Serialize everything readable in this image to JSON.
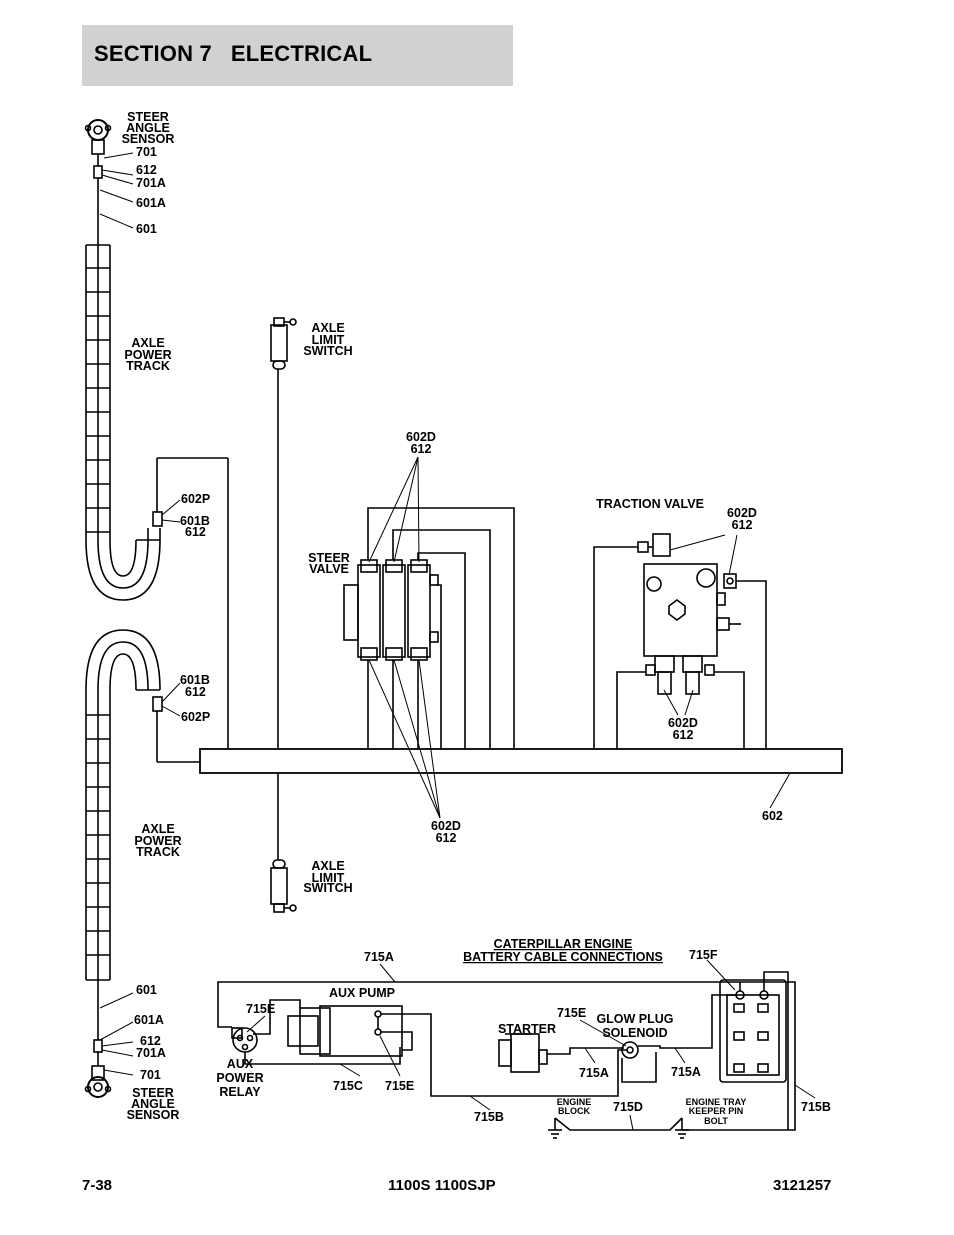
{
  "header": {
    "section": "SECTION 7",
    "title": "ELECTRICAL"
  },
  "footer": {
    "page_number": "7-38",
    "models": "1100S 1100SJP",
    "doc_number": "3121257"
  },
  "labels": {
    "steer_angle_sensor_top": [
      "STEER",
      "ANGLE",
      "SENSOR"
    ],
    "steer_angle_sensor_bottom": [
      "STEER",
      "ANGLE",
      "SENSOR"
    ],
    "axle_power_track_top": [
      "AXLE",
      "POWER",
      "TRACK"
    ],
    "axle_power_track_bottom": [
      "AXLE",
      "POWER",
      "TRACK"
    ],
    "axle_limit_switch_top": [
      "AXLE",
      "LIMIT",
      "SWITCH"
    ],
    "axle_limit_switch_bottom": [
      "AXLE",
      "LIMIT",
      "SWITCH"
    ],
    "steer_valve": [
      "STEER",
      "VALVE"
    ],
    "traction_valve": "TRACTION VALVE",
    "caterpillar_title": [
      "CATERPILLAR ENGINE",
      "BATTERY CABLE CONNECTIONS"
    ],
    "aux_pump": "AUX PUMP",
    "aux_power_relay": [
      "AUX",
      "POWER",
      "RELAY"
    ],
    "starter": "STARTER",
    "glow_plug_solenoid": [
      "GLOW PLUG",
      "SOLENOID"
    ],
    "engine_block": [
      "ENGINE",
      "BLOCK"
    ],
    "engine_tray_keeper": [
      "ENGINE TRAY",
      "KEEPER PIN",
      "BOLT"
    ]
  },
  "callouts": {
    "w701_top": "701",
    "w612_top": "612",
    "w701a_top": "701A",
    "w601a_top": "601A",
    "w601_top": "601",
    "w602p_upper": "602P",
    "w601b_upper": "601B",
    "w612_upper": "612",
    "w601b_lower": "601B",
    "w612_lower": "612",
    "w602p_lower": "602P",
    "w602d_steer_top": "602D",
    "w612_steer_top": "612",
    "w602d_steer_bottom": "602D",
    "w612_steer_bottom": "612",
    "w602d_trac_top": "602D",
    "w612_trac_top": "612",
    "w602d_trac_bottom": "602D",
    "w612_trac_bottom": "612",
    "w602": "602",
    "w601_bottom": "601",
    "w601a_bottom": "601A",
    "w612_bottom": "612",
    "w701a_bottom": "701A",
    "w701_bottom": "701",
    "w715a_top": "715A",
    "w715f": "715F",
    "w715e_relay": "715E",
    "w715e_glow": "715E",
    "w715c": "715C",
    "w715e_pump": "715E",
    "w715a_starter": "715A",
    "w715a_glow": "715A",
    "w715b_left": "715B",
    "w715d": "715D",
    "w715b_right": "715B"
  }
}
